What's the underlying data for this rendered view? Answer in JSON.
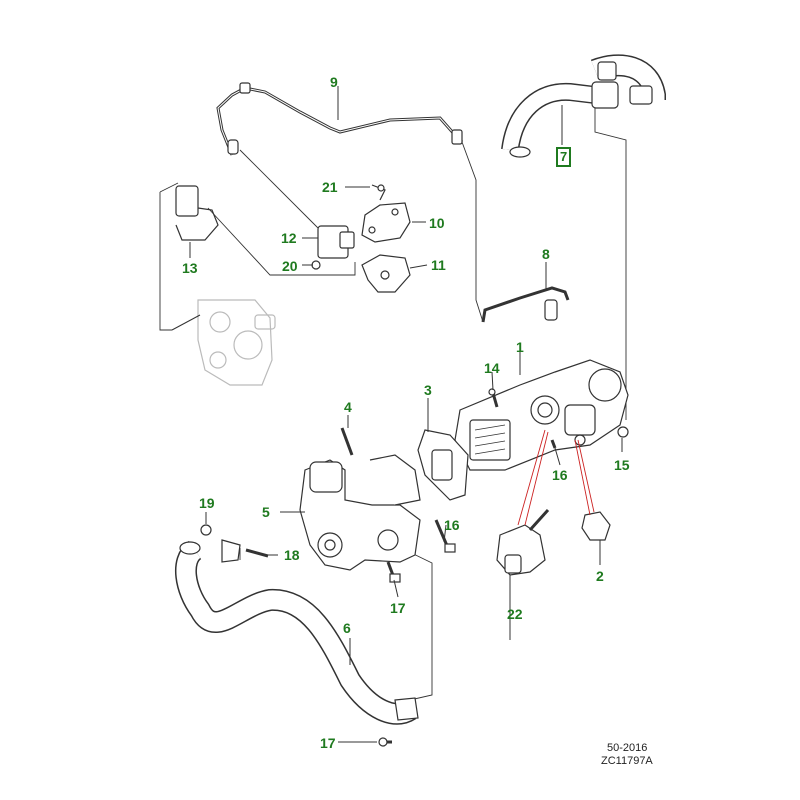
{
  "colors": {
    "callout": "#1f7a1f",
    "line": "#333333",
    "highlight": "#cc2222"
  },
  "callouts": {
    "c1": "1",
    "c2": "2",
    "c3": "3",
    "c4": "4",
    "c5": "5",
    "c6": "6",
    "c7": "7",
    "c8": "8",
    "c9": "9",
    "c10": "10",
    "c11": "11",
    "c12": "12",
    "c13": "13",
    "c14": "14",
    "c15": "15",
    "c16a": "16",
    "c16b": "16",
    "c17a": "17",
    "c17b": "17",
    "c18": "18",
    "c19": "19",
    "c20": "20",
    "c21": "21",
    "c22": "22"
  },
  "footer": {
    "date": "50-2016",
    "ref": "ZC11797A"
  }
}
